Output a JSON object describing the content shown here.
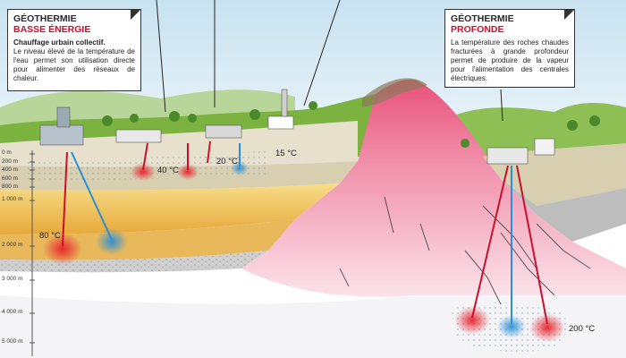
{
  "callout_low": {
    "title_line1": "GÉOTHERMIE",
    "title_line2": "BASSE ÉNERGIE",
    "subtitle": "Chauffage urbain collectif.",
    "body": "Le niveau élevé de la température de l'eau permet son utilisation directe pour alimenter des réseaux de chaleur."
  },
  "callout_deep": {
    "title_line1": "GÉOTHERMIE",
    "title_line2": "PROFONDE",
    "body": "La température des roches chaudes fracturées à grande profondeur permet de produire de la vapeur pour l'alimentation des centrales électriques."
  },
  "depth_scale": [
    "0 m",
    "200 m",
    "400 m",
    "600 m",
    "800 m",
    "1 000 m",
    "2 000 m",
    "3 000 m",
    "4 000 m",
    "5 000 m"
  ],
  "temperatures": {
    "t15": "15 °C",
    "t20": "20 °C",
    "t40": "40 °C",
    "t80": "80 °C",
    "t200": "200 °C"
  },
  "colors": {
    "sky": "#d9ecf5",
    "grass": "#7cb23f",
    "granite": "#f2b6c7",
    "aquifer": "#f0c45a",
    "gravel": "#cfcfcf",
    "hot": "#e8202a",
    "cold": "#2a8fd6",
    "accent_red": "#c8102e"
  }
}
